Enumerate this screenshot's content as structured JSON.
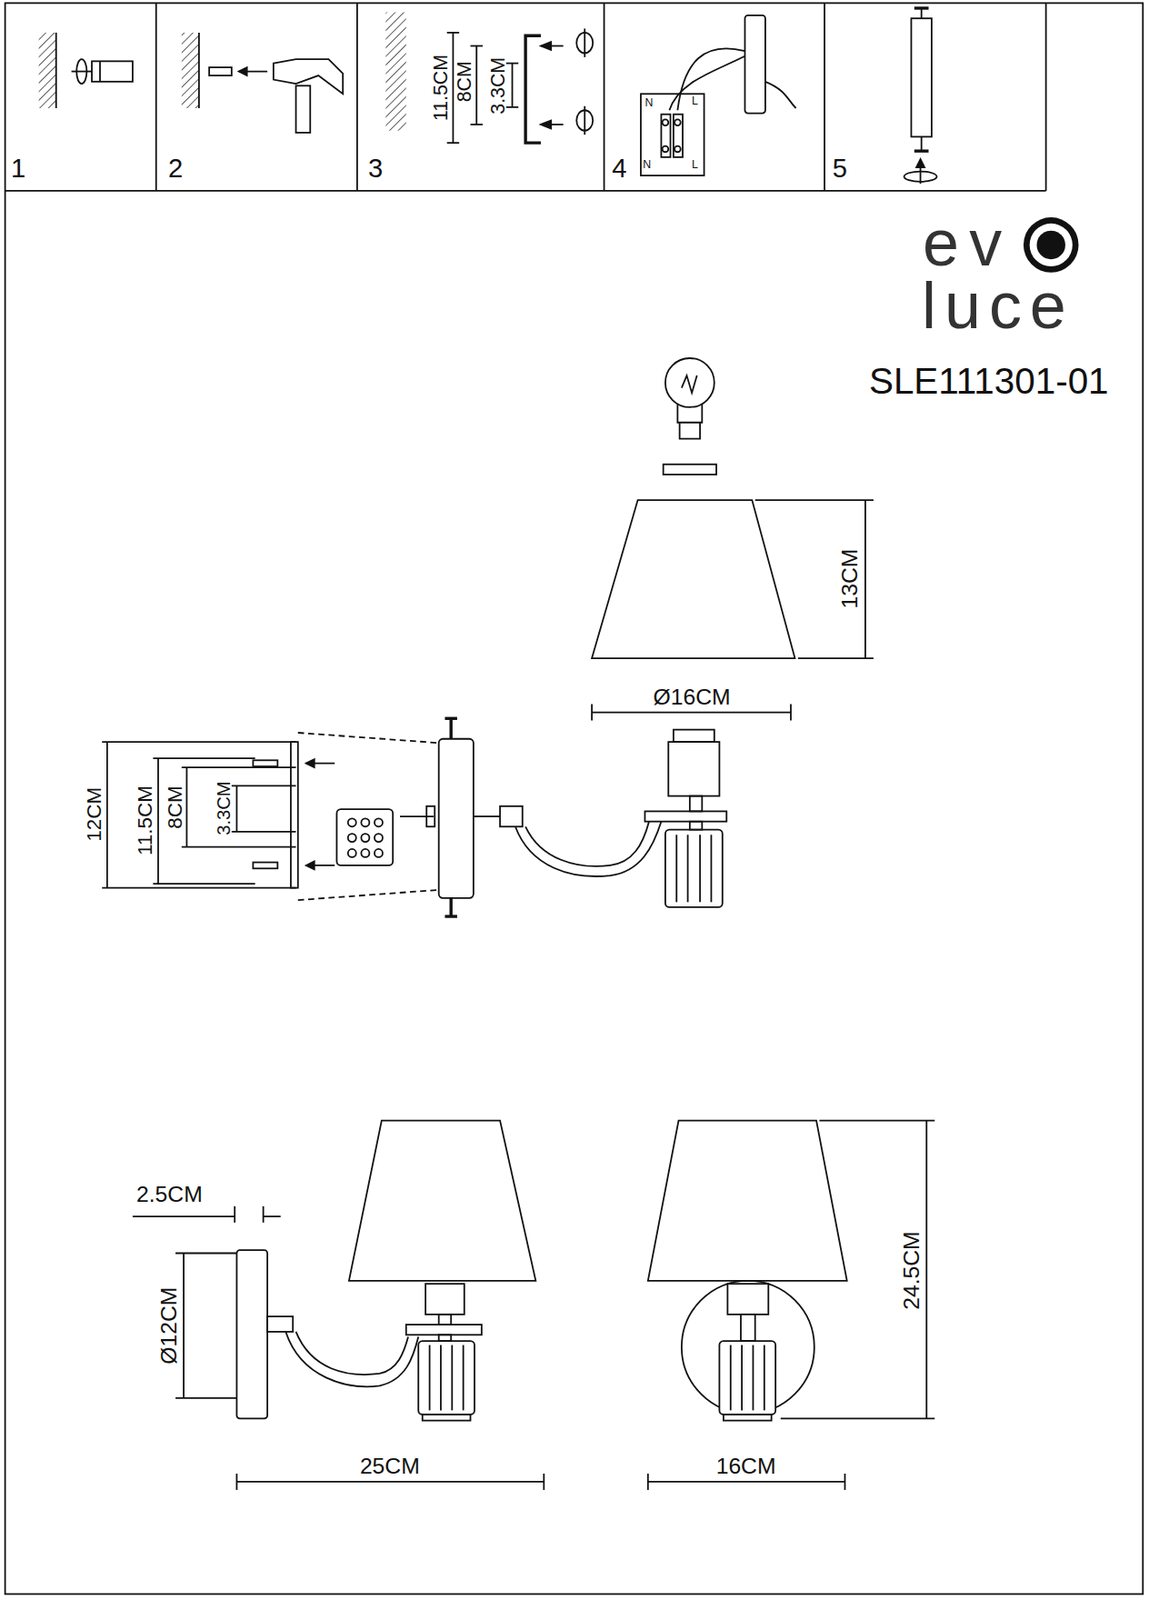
{
  "diagram": {
    "title": "SLE111301-01",
    "labels": [
      "1",
      "2",
      "3",
      "4",
      "5",
      "11.5CM",
      "8CM",
      "3.3CM",
      "N",
      "L",
      "N",
      "L",
      "ev",
      "luce",
      "13CM",
      "Ø16CM",
      "12CM",
      "11.5CM",
      "8CM",
      "3.3CM",
      "2.5CM",
      "Ø12CM",
      "25CM",
      "16CM",
      "24.5CM"
    ]
  }
}
